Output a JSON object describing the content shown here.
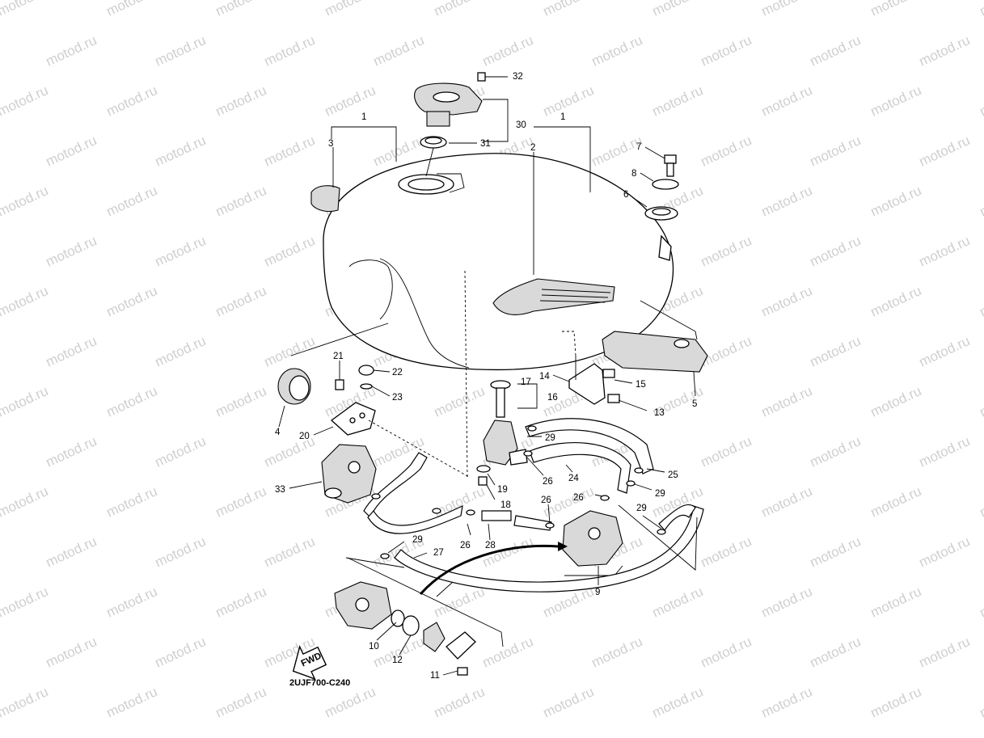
{
  "diagram": {
    "code": "2UJF700-C240",
    "fwd_label": "FWD",
    "watermark": "motod.ru",
    "part_numbers": [
      "1",
      "1",
      "2",
      "3",
      "4",
      "5",
      "6",
      "7",
      "8",
      "9",
      "10",
      "11",
      "12",
      "13",
      "14",
      "15",
      "16",
      "17",
      "18",
      "19",
      "20",
      "21",
      "22",
      "23",
      "24",
      "25",
      "26",
      "26",
      "26",
      "26",
      "27",
      "28",
      "29",
      "29",
      "29",
      "29",
      "30",
      "31",
      "32",
      "33"
    ]
  }
}
